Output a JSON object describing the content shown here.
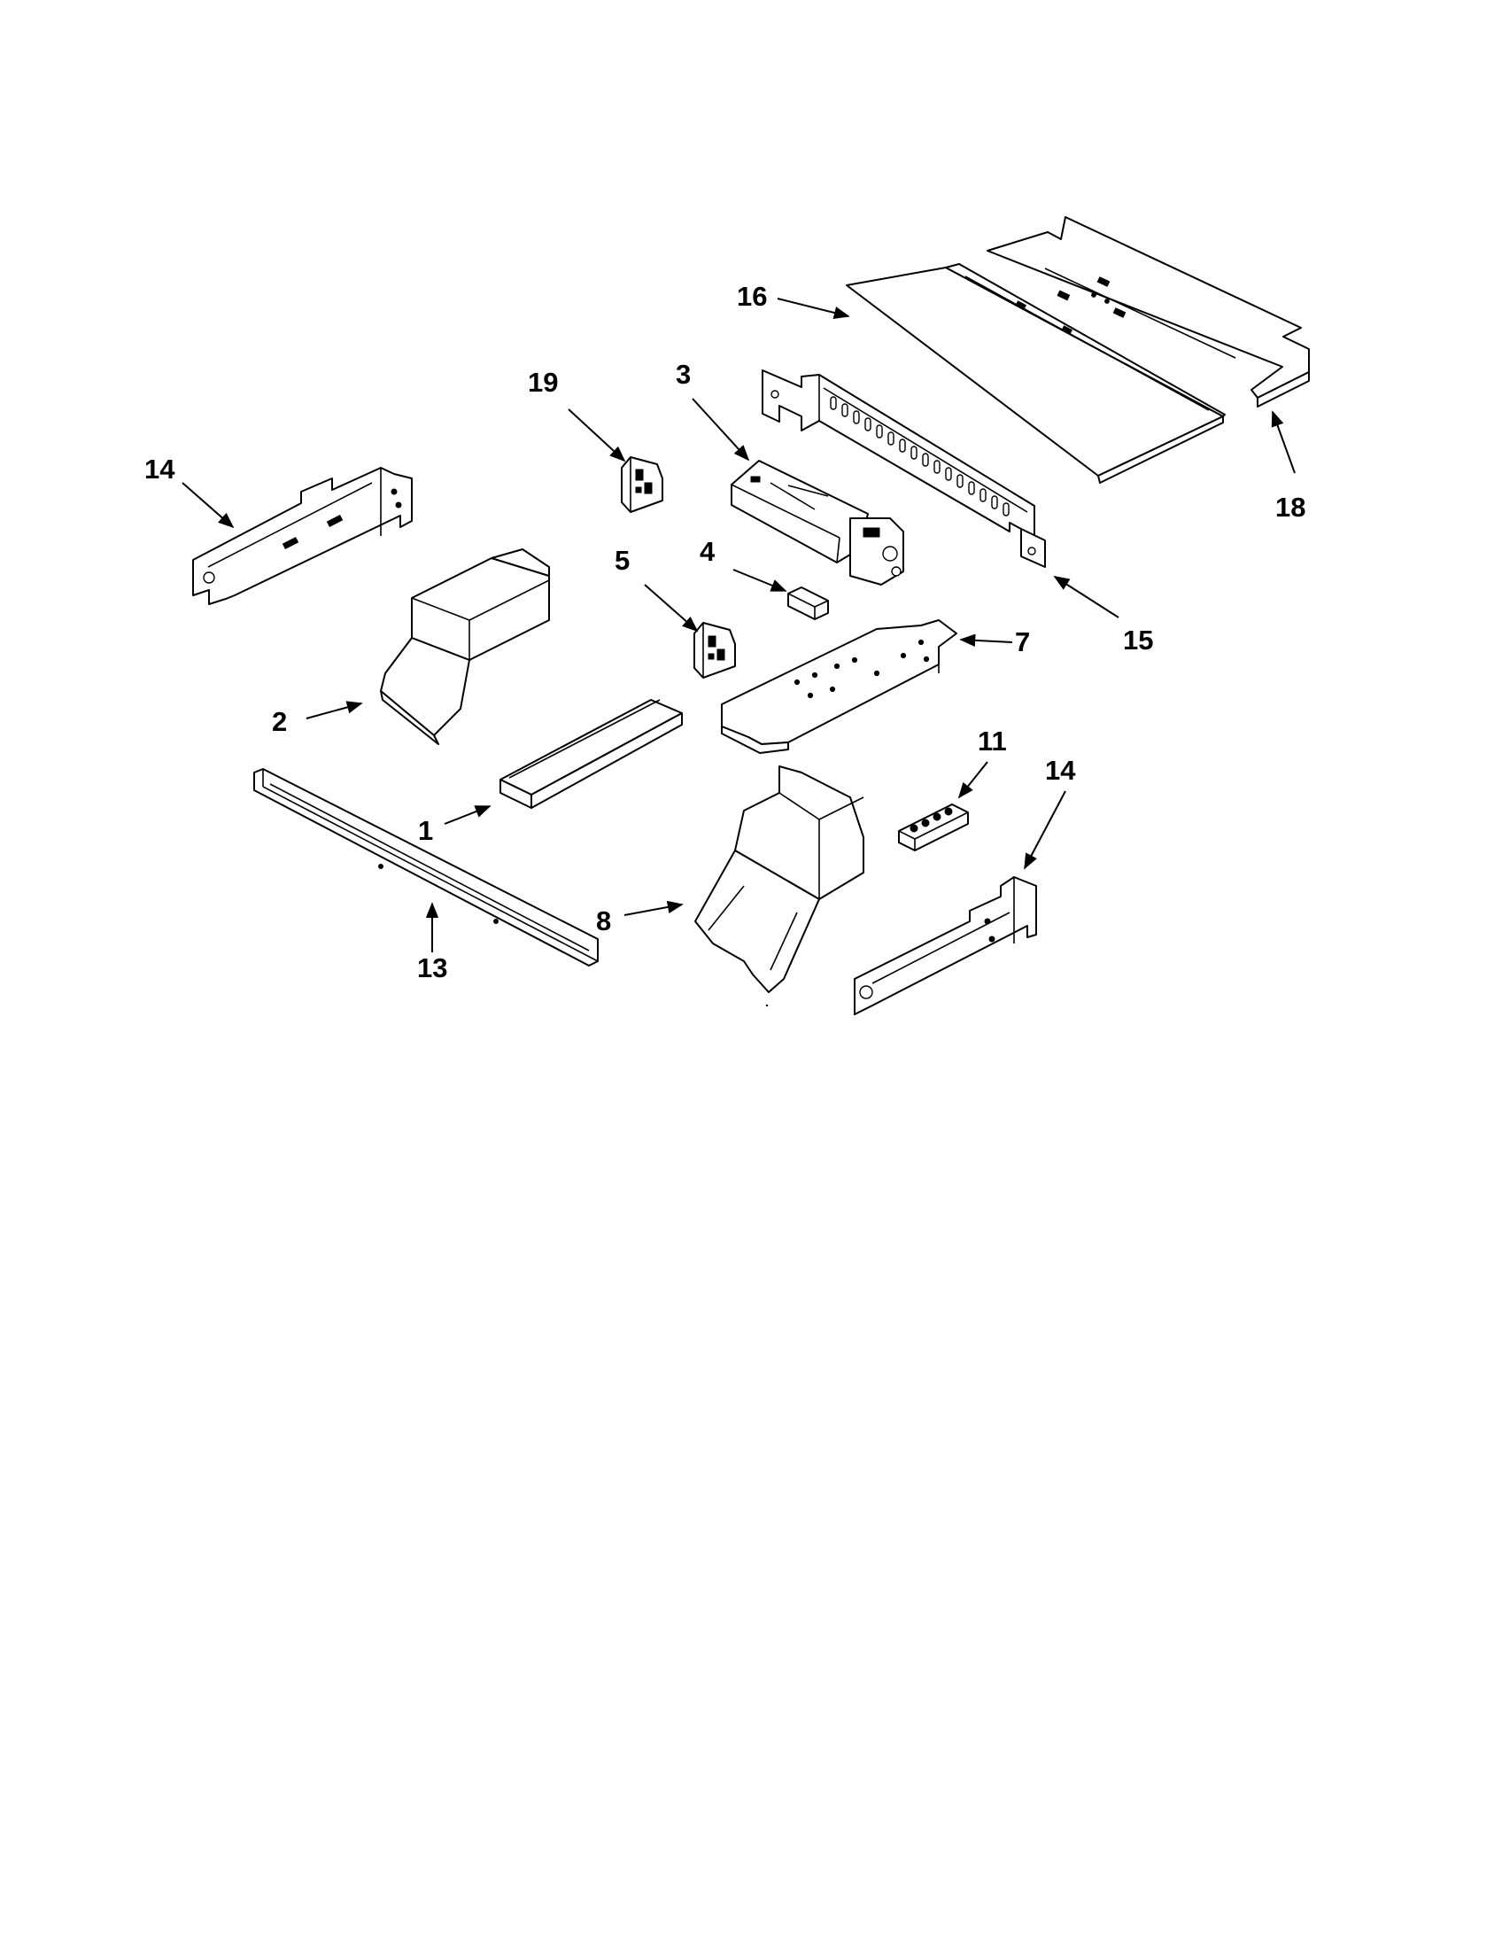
{
  "callouts": [
    {
      "id": "c1",
      "text": "1"
    },
    {
      "id": "c2",
      "text": "2"
    },
    {
      "id": "c3",
      "text": "3"
    },
    {
      "id": "c4",
      "text": "4"
    },
    {
      "id": "c5",
      "text": "5"
    },
    {
      "id": "c7",
      "text": "7"
    },
    {
      "id": "c8",
      "text": "8"
    },
    {
      "id": "c11",
      "text": "11"
    },
    {
      "id": "c13",
      "text": "13"
    },
    {
      "id": "c14a",
      "text": "14"
    },
    {
      "id": "c14b",
      "text": "14"
    },
    {
      "id": "c15",
      "text": "15"
    },
    {
      "id": "c16",
      "text": "16"
    },
    {
      "id": "c18",
      "text": "18"
    },
    {
      "id": "c19",
      "text": "19"
    }
  ]
}
